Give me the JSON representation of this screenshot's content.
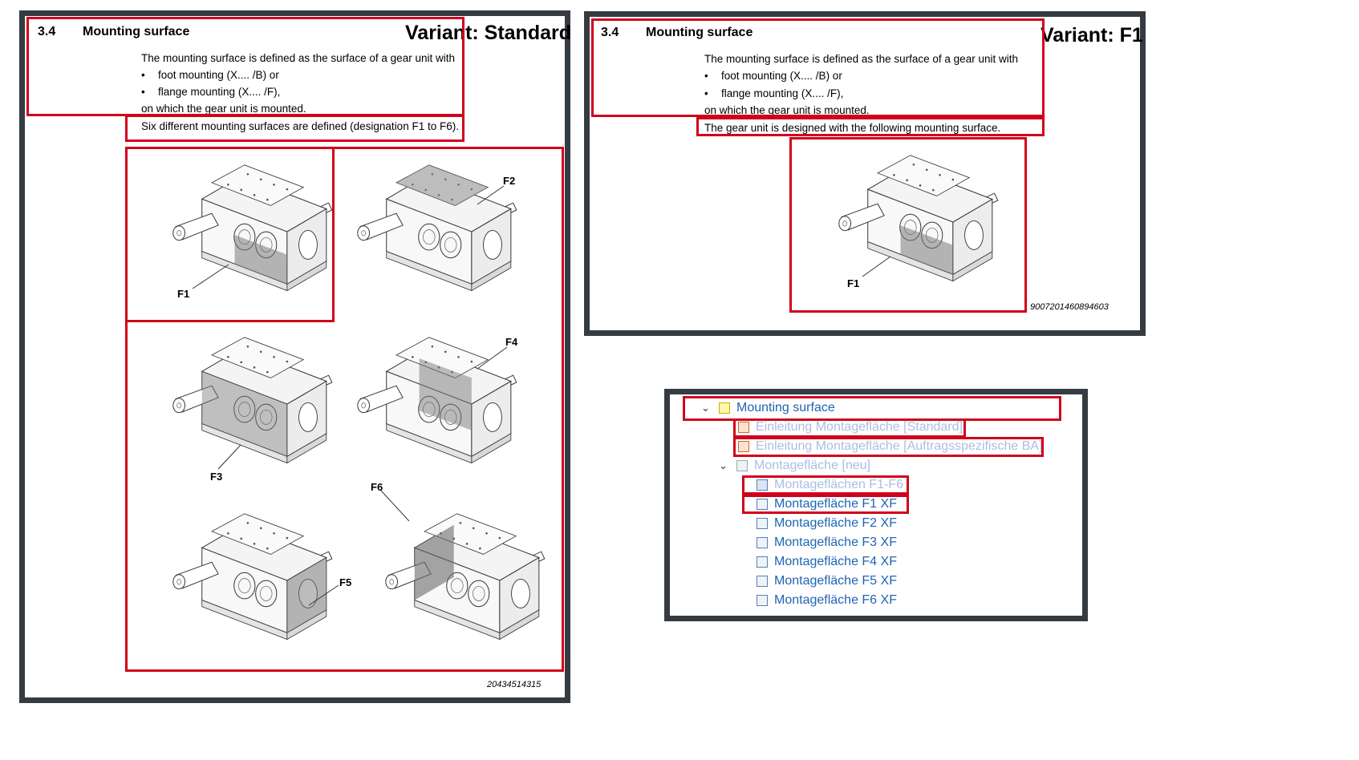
{
  "standard_doc": {
    "section_number": "3.4",
    "section_title": "Mounting surface",
    "variant_label": "Variant: Standard",
    "intro": "The mounting surface is defined as the surface of a gear unit with",
    "bullets": [
      "foot mounting (X.... /B) or",
      "flange mounting (X.... /F),"
    ],
    "closing": "on which the gear unit is mounted.",
    "six_surfaces": "Six different mounting surfaces are defined (designation F1 to F6).",
    "figure_labels": [
      "F1",
      "F2",
      "F3",
      "F4",
      "F5",
      "F6"
    ],
    "figure_id": "20434514315"
  },
  "f1_doc": {
    "section_number": "3.4",
    "section_title": "Mounting surface",
    "variant_label": "Variant: F1",
    "intro": "The mounting surface is defined as the surface of a gear unit with",
    "bullets": [
      "foot mounting (X.... /B) or",
      "flange mounting (X.... /F),"
    ],
    "closing": "on which the gear unit is mounted.",
    "designed_with": "The gear unit is designed with the following mounting surface.",
    "figure_label": "F1",
    "figure_id": "9007201460894603"
  },
  "tree": {
    "items": [
      {
        "label": "Mounting surface",
        "icon": "folder-icon"
      },
      {
        "label": "Einleitung Montagefläche [Standard]",
        "icon": "topic-icon"
      },
      {
        "label": "Einleitung Montagefläche [Auftragsspezifische BA]",
        "icon": "topic-icon"
      },
      {
        "label": "Montagefläche [neu]",
        "icon": "folder-icon"
      },
      {
        "label": "Montageflächen F1-F6",
        "icon": "image-icon"
      },
      {
        "label": "Montagefläche F1 XF",
        "icon": "image-icon"
      },
      {
        "label": "Montagefläche F2 XF",
        "icon": "image-icon"
      },
      {
        "label": "Montagefläche F3 XF",
        "icon": "image-icon"
      },
      {
        "label": "Montagefläche F4 XF",
        "icon": "image-icon"
      },
      {
        "label": "Montagefläche F5 XF",
        "icon": "image-icon"
      },
      {
        "label": "Montagefläche F6 XF",
        "icon": "image-icon"
      }
    ]
  },
  "colors": {
    "highlight": "#d0021b",
    "frame": "#353b41",
    "link": "#1e64b4",
    "link_faded": "#a9bfe0"
  }
}
